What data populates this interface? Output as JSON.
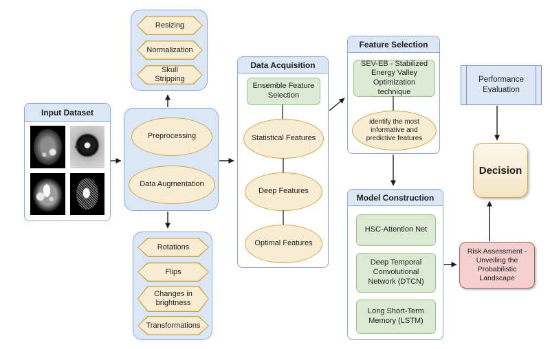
{
  "diagram": {
    "top_group": {
      "items": [
        {
          "label": "Resizing"
        },
        {
          "label": "Normalization"
        },
        {
          "label": "Skull Stripping"
        }
      ]
    },
    "input_dataset": {
      "title": "Input Dataset",
      "images": [
        "brain-mri-scan",
        "eye-scan",
        "chest-ct-scan",
        "brain-perfusion-map"
      ]
    },
    "preprocessing_group": {
      "items": [
        {
          "label": "Preprocessing"
        },
        {
          "label": "Data Augmentation"
        }
      ]
    },
    "bottom_group": {
      "items": [
        {
          "label": "Rotations"
        },
        {
          "label": "Flips"
        },
        {
          "label": "Changes in brightness"
        },
        {
          "label": "Transformations"
        }
      ]
    },
    "data_acquisition": {
      "title": "Data Acquisition",
      "box": "Ensemble Feature Selection",
      "ellipses": [
        {
          "label": "Statistical Features"
        },
        {
          "label": "Deep Features"
        },
        {
          "label": "Optimal Features"
        }
      ]
    },
    "feature_selection": {
      "title": "Feature Selection",
      "box": "SEV-EB - Stabilized Energy Valley Optimization technique",
      "ellipse": "identify the most informative and predictive features"
    },
    "model_construction": {
      "title": "Model Construction",
      "models": [
        {
          "label": "HSC-Attention Net"
        },
        {
          "label": "Deep Temporal Convolutional Network (DTCN)"
        },
        {
          "label": "Long Short-Term Memory (LSTM)"
        }
      ]
    },
    "performance_evaluation": {
      "label": "Performance Evaluation"
    },
    "decision": {
      "label": "Decision"
    },
    "risk_assessment": {
      "label": "Risk Assessment - Unveiling the Probabilistic Landscape"
    }
  },
  "colors": {
    "container_blue_fill": "#dbe6f7",
    "container_blue_border": "#8ba7cf",
    "node_cream_fill": "#f8ecd2",
    "node_cream_border": "#c9a84c",
    "node_green_fill": "#dcead3",
    "node_green_border": "#9cc089",
    "node_pink_fill": "#f3cfcd",
    "node_pink_border": "#9d5f5b",
    "arrow": "#1a1a1a"
  }
}
